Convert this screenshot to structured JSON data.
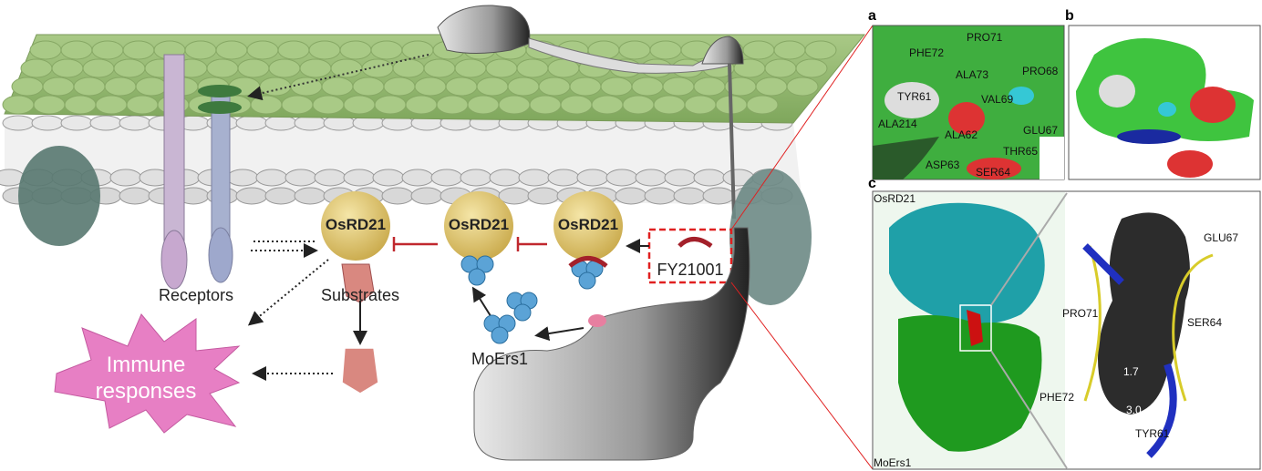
{
  "diagram": {
    "labels": {
      "receptors": "Receptors",
      "substrates": "Substrates",
      "osrd21": "OsRD21",
      "moers1": "MoErs1",
      "fy21001": "FY21001",
      "immune_line1": "Immune",
      "immune_line2": "responses"
    },
    "colors": {
      "membrane": "#9dc07a",
      "osrd21": "#e6cf7a",
      "moers1": "#5ba3d6",
      "immune": "#e77fc4",
      "inhibit": "#c0282e",
      "highlight_box": "#e02020"
    }
  },
  "panels": {
    "a": {
      "label": "a",
      "residues": [
        "PRO71",
        "PHE72",
        "ALA73",
        "PRO68",
        "TYR61",
        "VAL69",
        "ALA214",
        "GLU67",
        "ALA62",
        "THR65",
        "ASP63",
        "SER64"
      ]
    },
    "b": {
      "label": "b"
    },
    "c": {
      "label": "c",
      "protein_top": "OsRD21",
      "protein_bottom": "MoErs1",
      "residues": [
        "GLU67",
        "PRO71",
        "SER64",
        "PHE72",
        "TYR61"
      ],
      "distances": [
        "1.7",
        "3.0"
      ]
    }
  }
}
